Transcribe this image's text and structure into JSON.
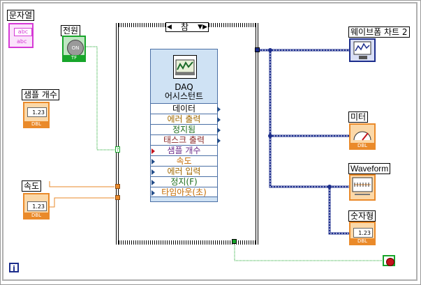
{
  "string_label": "문자열",
  "string_terminal_text": "abc",
  "power_label": "전원",
  "power_button_text": "ON",
  "power_tf": "TF",
  "sample_count_label": "샘플 개수",
  "speed_label": "속도",
  "numeric_value": "1.23",
  "dbl": "DBL",
  "case_selector": "참",
  "daq_title_line1": "DAQ",
  "daq_title_line2": "어시스턴트",
  "daq_rows": [
    "데이터",
    "에러 출력",
    "정지됨",
    "태스크 출력",
    "샘플 개수",
    "속도",
    "에러 입력",
    "정지(F)",
    "타임아웃(초)"
  ],
  "waveform_chart_label": "웨이브폼 차트 2",
  "meter_label": "미터",
  "waveform_label": "Waveform",
  "numeric_label": "숫자형",
  "colors": {
    "wire_blue": "#1c2d8c",
    "wire_orange": "#ea8a2a",
    "wire_green": "#17a52a",
    "string_pink": "#d63ad6",
    "express_bg": "#cfe2f4"
  }
}
